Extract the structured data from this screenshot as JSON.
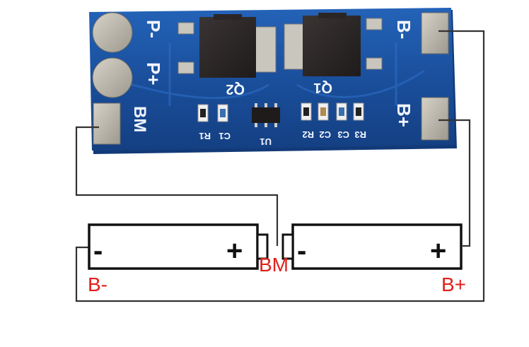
{
  "board": {
    "pad_labels": {
      "p_minus": "P-",
      "p_plus": "P+",
      "b_minus": "B-",
      "b_plus": "B+",
      "bm": "BM"
    },
    "mosfets": {
      "q1": "Q1",
      "q2": "Q2"
    },
    "components": {
      "c1": "C1",
      "r1": "R1",
      "u1": "U1",
      "r2": "R2",
      "c2": "C2",
      "c3": "C3",
      "r3": "R3"
    },
    "colors": {
      "pcb": "#1a4f9c",
      "pad": "#b8b4aa",
      "silk": "#f2f6ff",
      "mosfet": "#2a2626"
    }
  },
  "cells": [
    {
      "minus": "-",
      "plus": "+"
    },
    {
      "minus": "-",
      "plus": "+"
    }
  ],
  "annotations": {
    "bm": "BM",
    "b_minus": "B-",
    "b_plus": "B+"
  },
  "colors": {
    "annotation": "#e0201c",
    "wire": "#333333"
  }
}
